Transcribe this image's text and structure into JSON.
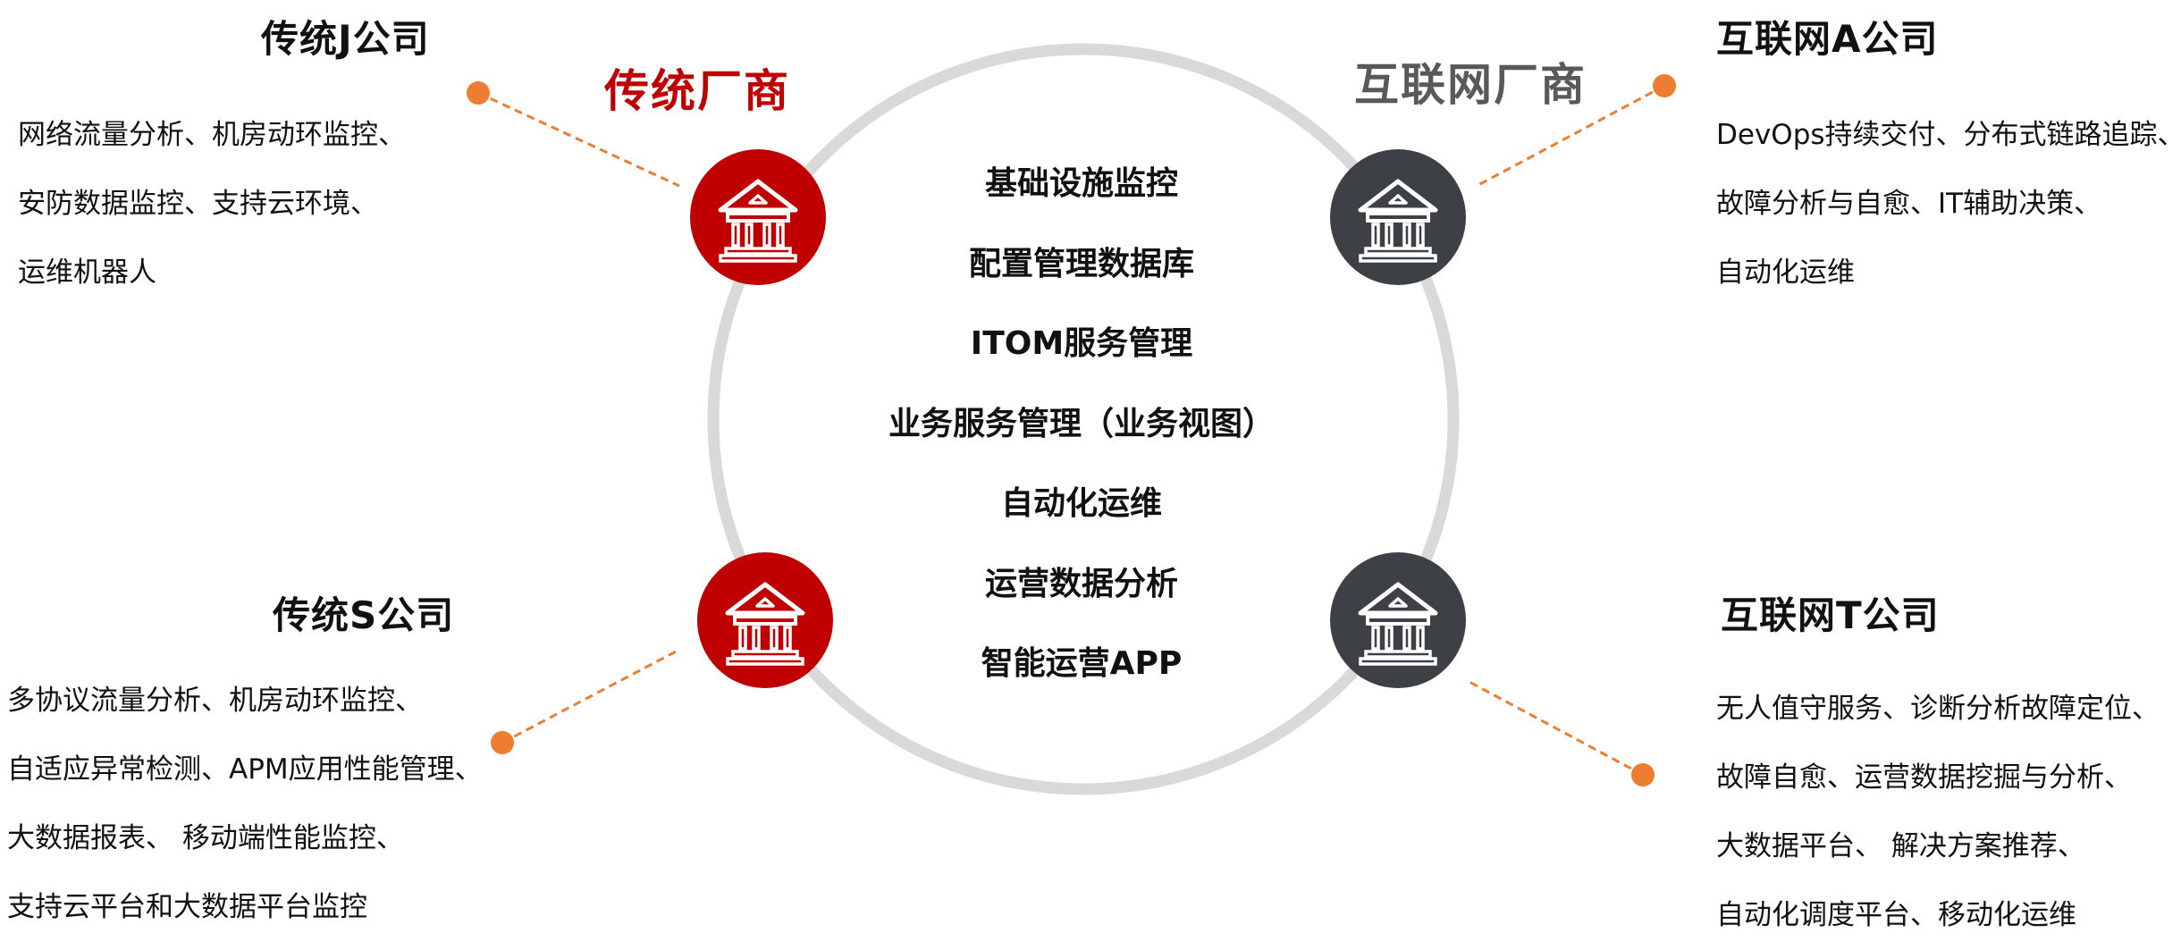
{
  "colors": {
    "traditional": "#c00000",
    "internet": "#3d4146",
    "connector": "#ed7d31",
    "ring": "#d9d9d9",
    "icon": "#ffffff"
  },
  "icons": {
    "vendor_node": "bank-building-icon"
  },
  "vendors": {
    "traditional": "传统厂商",
    "internet": "互联网厂商"
  },
  "center_items": [
    "基础设施监控",
    "配置管理数据库",
    "ITOM服务管理",
    "业务服务管理（业务视图）",
    "自动化运维",
    "运营数据分析",
    "智能运营APP"
  ],
  "companies": {
    "j": {
      "title": "传统J公司",
      "features": [
        "网络流量分析、机房动环监控、",
        "安防数据监控、支持云环境、",
        "运维机器人"
      ]
    },
    "s": {
      "title": "传统S公司",
      "features": [
        "多协议流量分析、机房动环监控、",
        "自适应异常检测、APM应用性能管理、",
        "大数据报表、 移动端性能监控、",
        "支持云平台和大数据平台监控"
      ]
    },
    "a": {
      "title": "互联网A公司",
      "features": [
        "DevOps持续交付、分布式链路追踪、",
        "故障分析与自愈、IT辅助决策、",
        "自动化运维"
      ]
    },
    "t": {
      "title": "互联网T公司",
      "features": [
        "无人值守服务、诊断分析故障定位、",
        "故障自愈、运营数据挖掘与分析、",
        "大数据平台、 解决方案推荐、",
        "自动化调度平台、移动化运维"
      ]
    }
  }
}
